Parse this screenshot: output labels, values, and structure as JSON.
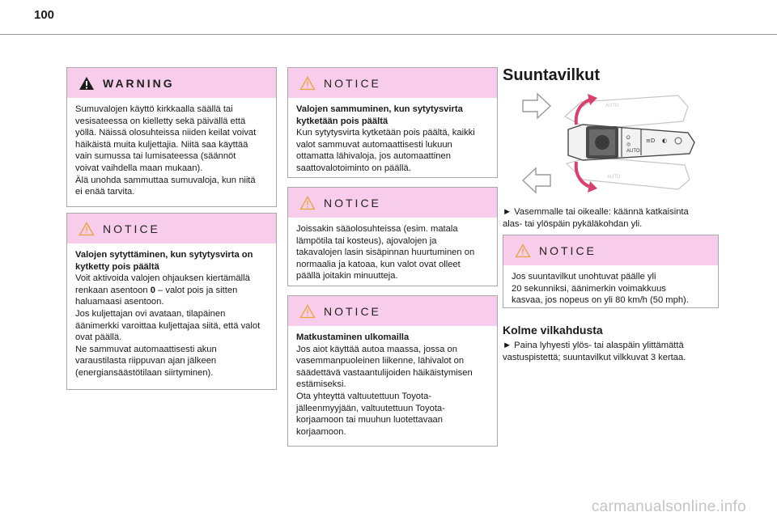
{
  "page_number": "100",
  "warning": {
    "title": "WARNING",
    "lines": [
      "Sumuvalojen käyttö kirkkaalla säällä tai",
      "vesisateessa on kielletty sekä päivällä että",
      "yöllä. Näissä olosuhteissa niiden keilat voivat",
      "häikäistä muita kuljettajia. Niitä saa käyttää",
      "vain sumussa tai lumisateessa (säännöt",
      "voivat vaihdella maan mukaan).",
      "Älä unohda sammuttaa sumuvaloja, kun niitä",
      "ei enää tarvita."
    ]
  },
  "notice1": {
    "title": "NOTICE",
    "bold_lines": [
      "Valojen sytyttäminen, kun sytytysvirta on",
      "kytketty pois päältä"
    ],
    "line_a": "Voit aktivoida valojen ohjauksen kiertämällä",
    "line_b_pre": "renkaan asentoon ",
    "line_b_bold": "0",
    "line_b_post": " – valot pois ja sitten",
    "lines": [
      "haluamaasi asentoon.",
      "Jos kuljettajan ovi avataan, tilapäinen",
      "äänimerkki varoittaa kuljettajaa siitä, että valot",
      "ovat päällä.",
      "Ne sammuvat automaattisesti akun",
      "varaustilasta riippuvan ajan jälkeen",
      "(energiansäästötilaan siirtyminen)."
    ]
  },
  "notice2": {
    "title": "NOTICE",
    "bold_lines": [
      "Valojen sammuminen, kun sytytysvirta",
      "kytketään pois päältä"
    ],
    "lines": [
      "Kun sytytysvirta kytketään pois päältä, kaikki",
      "valot sammuvat automaattisesti lukuun",
      "ottamatta lähivaloja, jos automaattinen",
      "saattovalotoiminto on päällä."
    ]
  },
  "notice3": {
    "title": "NOTICE",
    "lines": [
      "Joissakin sääolosuhteissa (esim. matala",
      "lämpötila tai kosteus), ajovalojen ja",
      "takavalojen lasin sisäpinnan huurtuminen on",
      "normaalia ja katoaa, kun valot ovat olleet",
      "päällä joitakin minuutteja."
    ]
  },
  "notice4": {
    "title": "NOTICE",
    "bold_lines": [
      "Matkustaminen ulkomailla"
    ],
    "lines": [
      "Jos aiot käyttää autoa maassa, jossa on",
      "vasemmanpuoleinen liikenne, lähivalot on",
      "säädettävä vastaantulijoiden häikäistymisen",
      "estämiseksi.",
      "Ota yhteyttä valtuutettuun Toyota-",
      "jälleenmyyjään, valtuutettuun Toyota-",
      "korjaamoon tai muuhun luotettavaan",
      "korjaamoon."
    ]
  },
  "section_title": "Suuntavilkut",
  "turn_text": [
    "►  Vasemmalle tai oikealle: käännä katkaisinta",
    "alas- tai ylöspäin pykäläkohdan yli."
  ],
  "notice5": {
    "title": "NOTICE",
    "lines": [
      "Jos suuntavilkut unohtuvat päälle yli",
      "20 sekunniksi, äänimerkin voimakkuus",
      "kasvaa, jos nopeus on yli 80 km/h (50 mph)."
    ]
  },
  "subsection_title": "Kolme vilkahdusta",
  "three_flash_text": [
    "►  Paina lyhyesti ylös- tai alaspäin ylittämättä",
    "vastuspistettä; suuntavilkut vilkkuvat 3 kertaa."
  ],
  "watermark": "carmanualsonline.info",
  "colors": {
    "header_bg": "#f7cdeb",
    "warning_icon": "#1a1a1a",
    "notice_icon": "#e8a33a",
    "arrow": "#d8416a"
  }
}
